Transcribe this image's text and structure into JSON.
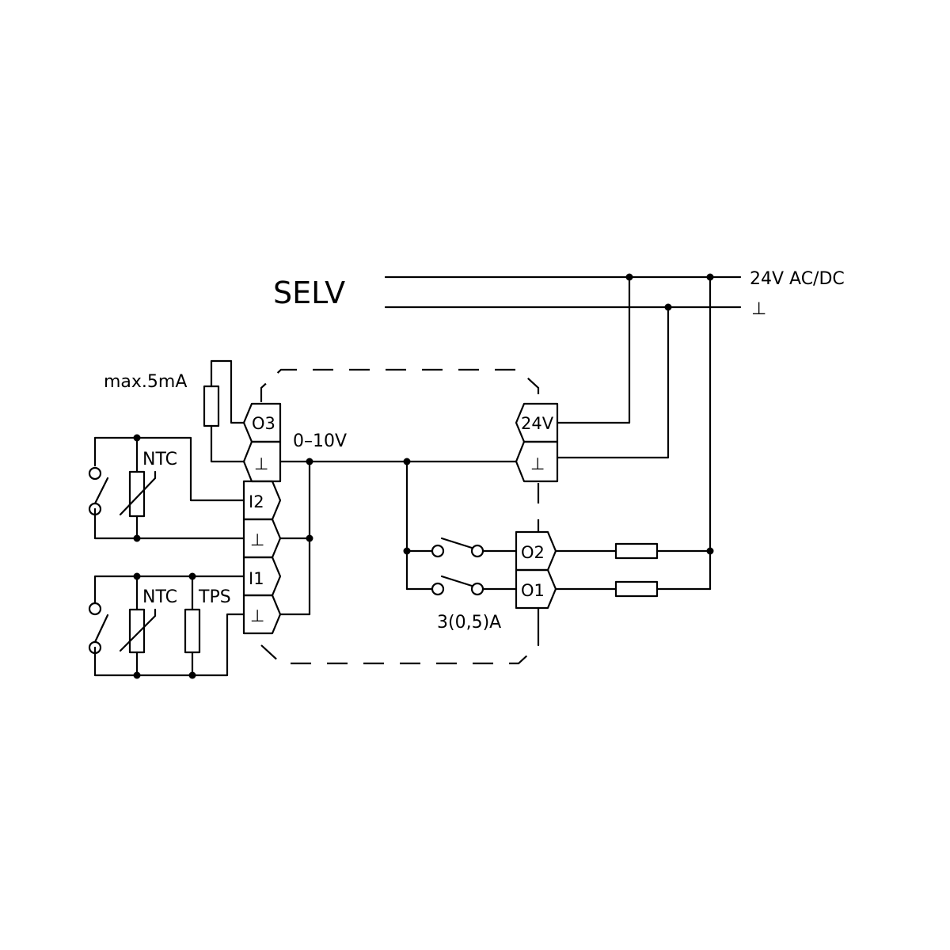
{
  "supply": {
    "selv": "SELV",
    "voltage": "24V AC/DC",
    "ground": "⊥"
  },
  "terminals": {
    "o3": "O3",
    "o3_gnd": "⊥",
    "i2": "I2",
    "i2_gnd": "⊥",
    "i1": "I1",
    "i1_gnd": "⊥",
    "v24": "24V",
    "v24_gnd": "⊥",
    "o2": "O2",
    "o1": "O1"
  },
  "labels": {
    "max_current": "max.5mA",
    "analog_out": "0–10V",
    "ntc_1": "NTC",
    "ntc_2": "NTC",
    "tps": "TPS",
    "relay_rating": "3(0,5)A"
  }
}
